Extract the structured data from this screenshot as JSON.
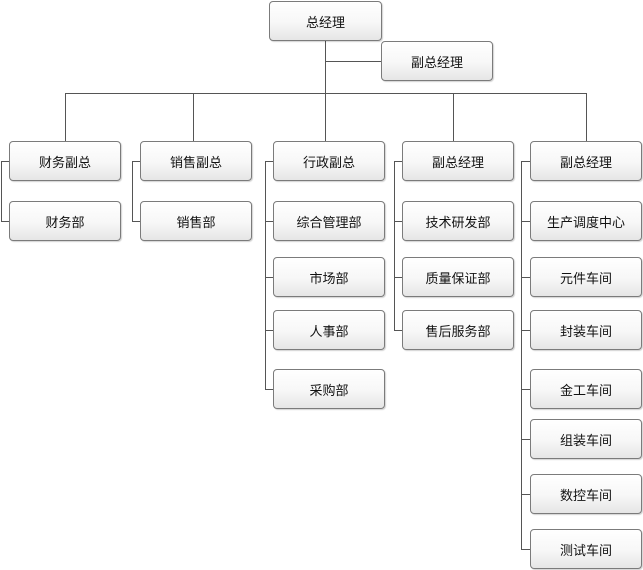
{
  "org": {
    "ceo": "总经理",
    "assistant": "副总经理",
    "branches": [
      {
        "head": "财务副总",
        "units": [
          "财务部"
        ]
      },
      {
        "head": "销售副总",
        "units": [
          "销售部"
        ]
      },
      {
        "head": "行政副总",
        "units": [
          "综合管理部",
          "市场部",
          "人事部",
          "采购部"
        ]
      },
      {
        "head": "副总经理",
        "units": [
          "技术研发部",
          "质量保证部",
          "售后服务部"
        ]
      },
      {
        "head": "副总经理",
        "units": [
          "生产调度中心",
          "元件车间",
          "封装车间",
          "金工车间",
          "组装车间",
          "数控车间",
          "测试车间"
        ]
      }
    ]
  },
  "colors": {
    "line": "#555555",
    "border": "#7b7b7b"
  }
}
